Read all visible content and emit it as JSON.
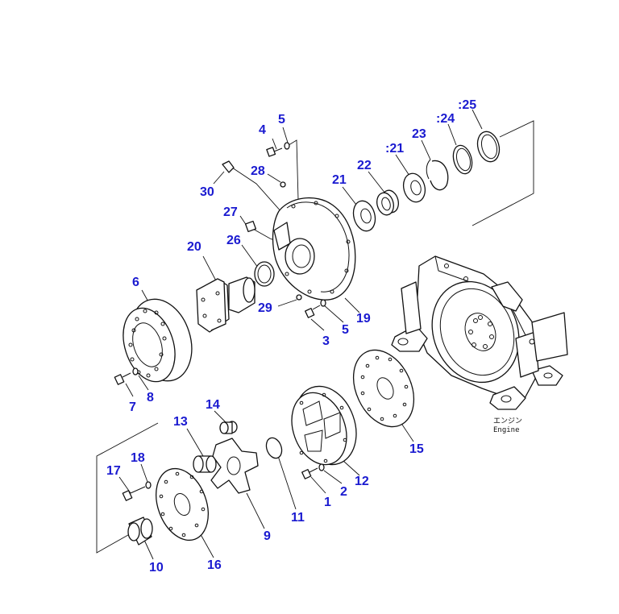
{
  "colors": {
    "callout": "#1a1ad0",
    "line": "#111111",
    "background": "#ffffff"
  },
  "engine_label_jp": "エンジン",
  "engine_label_en": "Engine",
  "callouts": [
    {
      "id": "c1",
      "label": "1"
    },
    {
      "id": "c2",
      "label": "2"
    },
    {
      "id": "c3",
      "label": "3"
    },
    {
      "id": "c4",
      "label": "4"
    },
    {
      "id": "c5a",
      "label": "5"
    },
    {
      "id": "c5b",
      "label": "5"
    },
    {
      "id": "c6",
      "label": "6"
    },
    {
      "id": "c7",
      "label": "7"
    },
    {
      "id": "c8",
      "label": "8"
    },
    {
      "id": "c9",
      "label": "9"
    },
    {
      "id": "c10",
      "label": "10"
    },
    {
      "id": "c11",
      "label": "11"
    },
    {
      "id": "c12",
      "label": "12"
    },
    {
      "id": "c13",
      "label": "13"
    },
    {
      "id": "c14",
      "label": "14"
    },
    {
      "id": "c15",
      "label": "15"
    },
    {
      "id": "c16",
      "label": "16"
    },
    {
      "id": "c17",
      "label": "17"
    },
    {
      "id": "c18",
      "label": "18"
    },
    {
      "id": "c19",
      "label": "19"
    },
    {
      "id": "c20",
      "label": "20"
    },
    {
      "id": "c21a",
      "label": "21"
    },
    {
      "id": "c21b",
      "label": ":21"
    },
    {
      "id": "c22",
      "label": "22"
    },
    {
      "id": "c23",
      "label": "23"
    },
    {
      "id": "c24",
      "label": ":24"
    },
    {
      "id": "c25",
      "label": ":25"
    },
    {
      "id": "c26",
      "label": "26"
    },
    {
      "id": "c27",
      "label": "27"
    },
    {
      "id": "c28",
      "label": "28"
    },
    {
      "id": "c29",
      "label": "29"
    },
    {
      "id": "c30",
      "label": "30"
    }
  ]
}
